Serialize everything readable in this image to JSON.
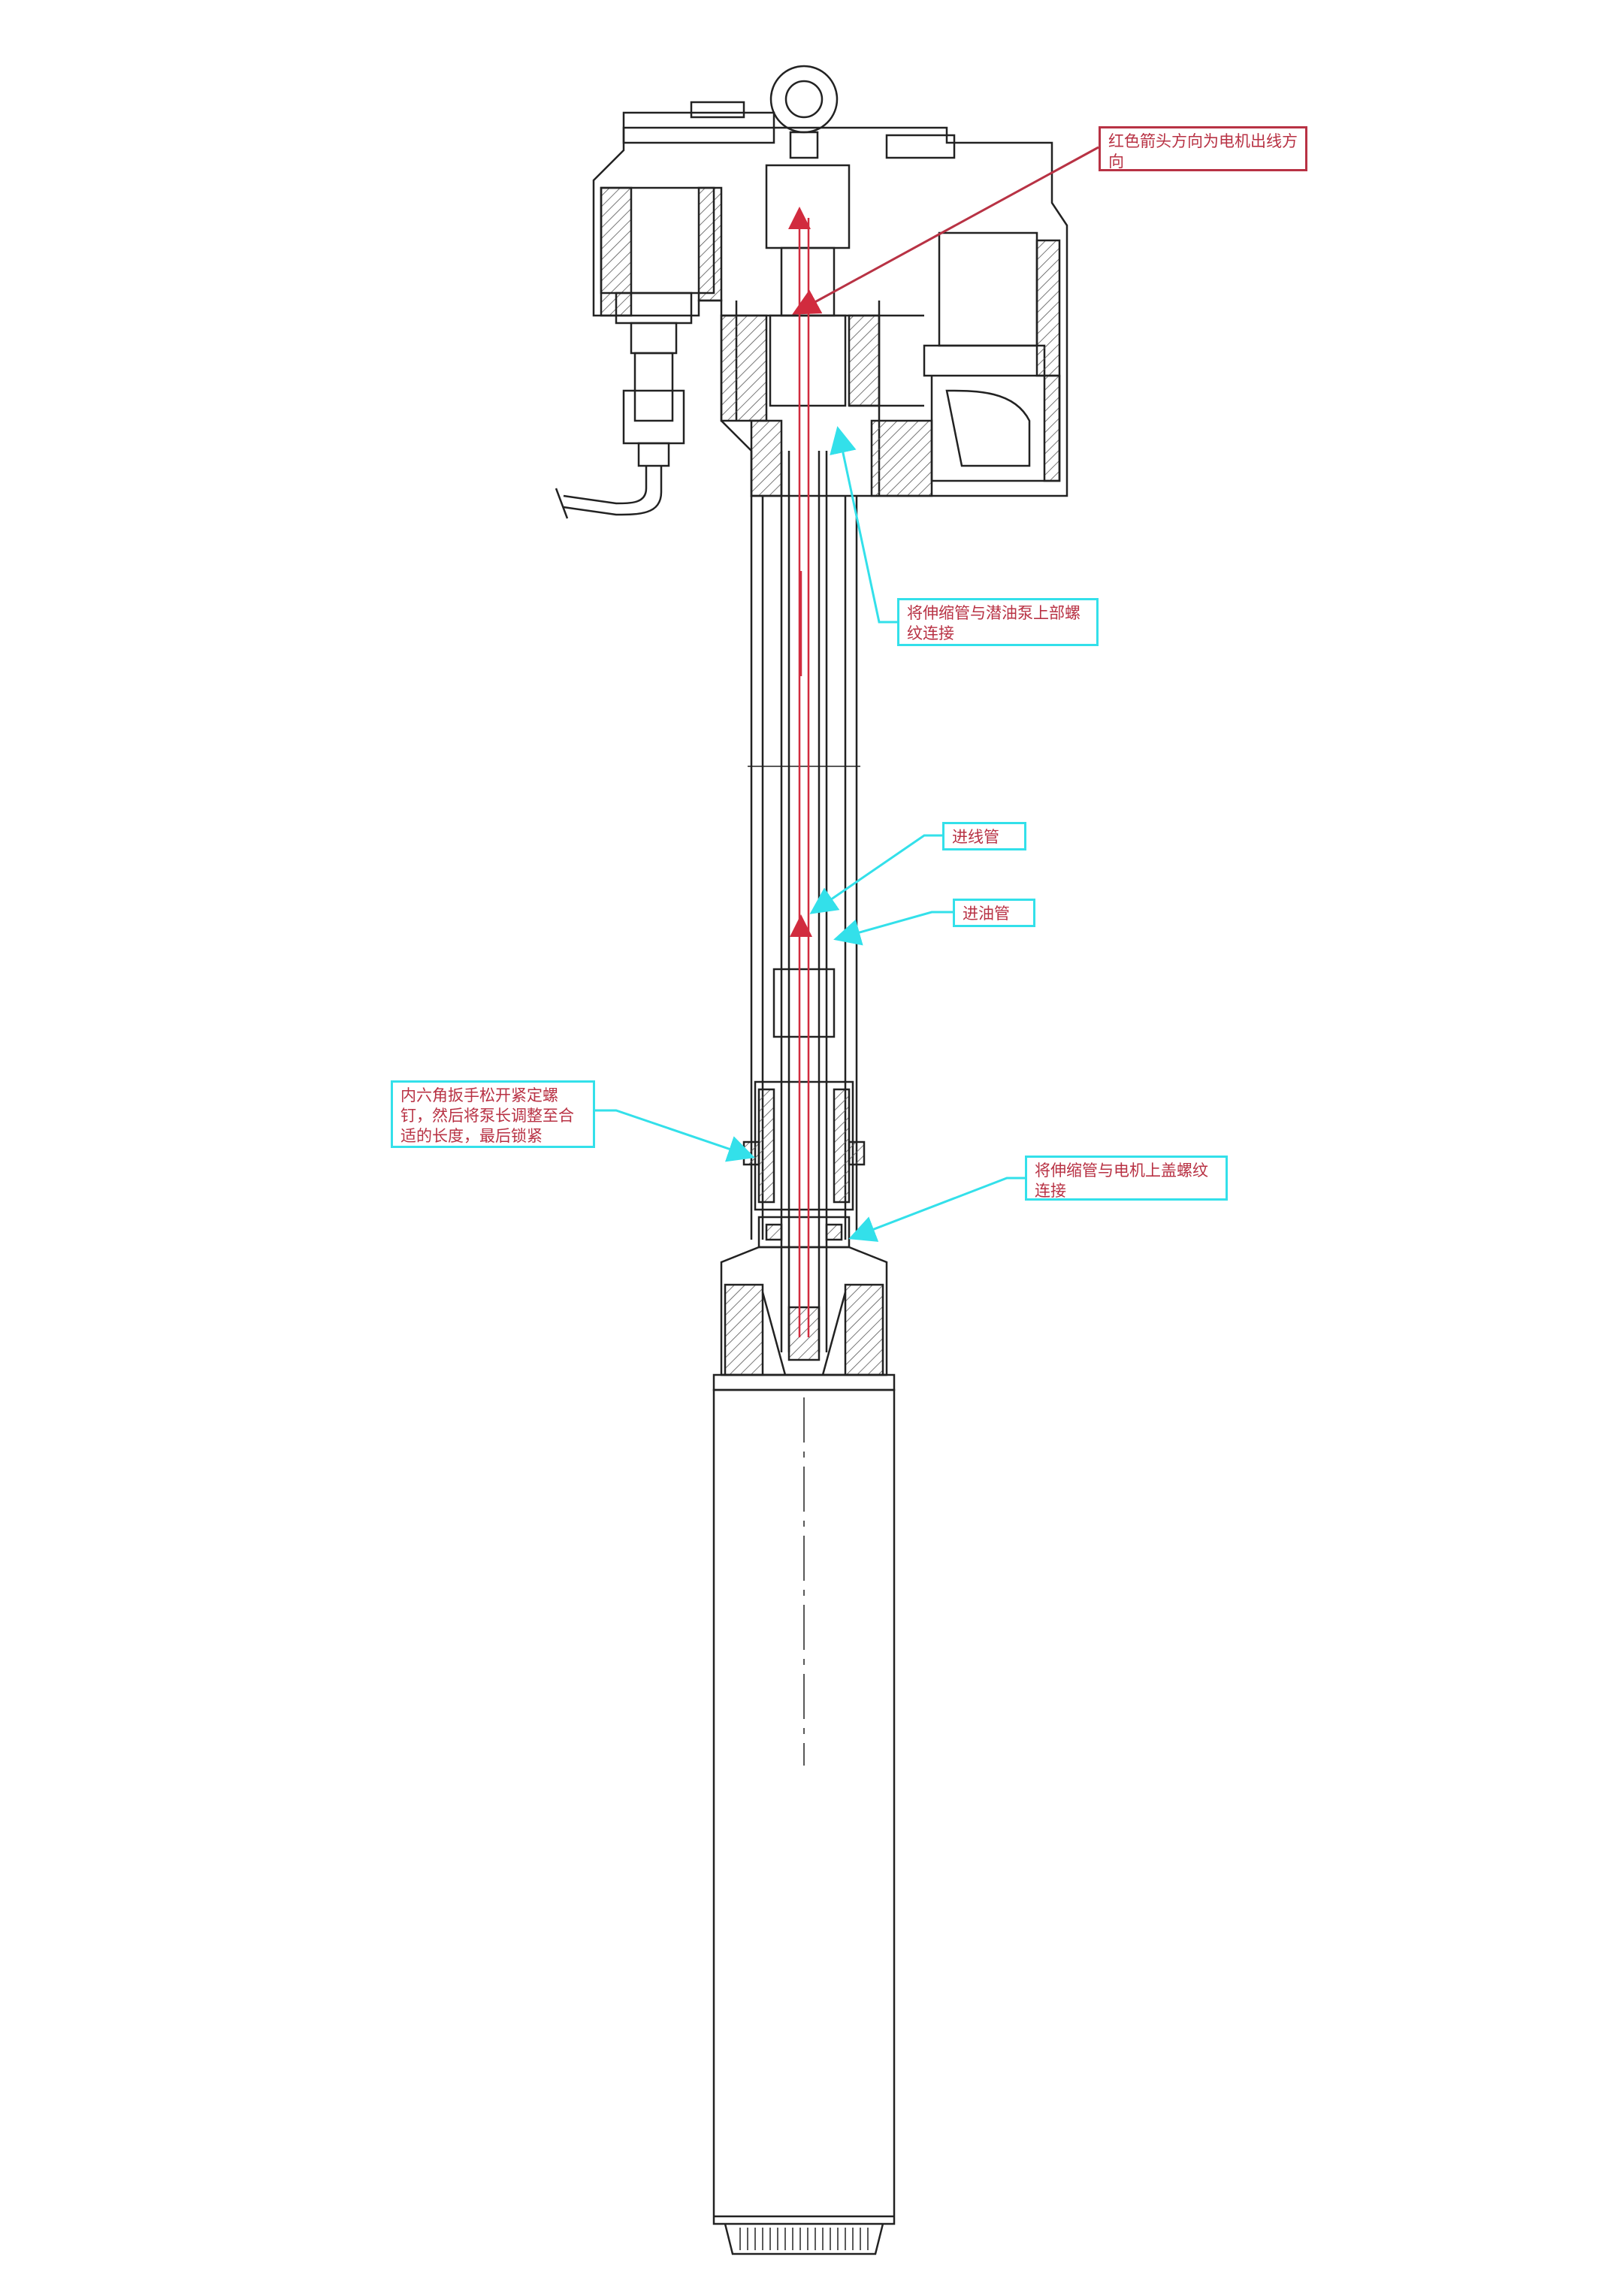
{
  "colors": {
    "outline": "#222222",
    "hatch": "#555555",
    "red_arrow": "#d12b3e",
    "red_text": "#b83244",
    "cyan_leader": "#33e0ea",
    "background": "#ffffff"
  },
  "annotations": {
    "motor_outlet_direction": "红色箭头方向为电机出线方向",
    "pump_thread_connection": "将伸缩管与潜油泵上部螺纹连接",
    "wire_inlet_tube": "进线管",
    "oil_inlet_tube": "进油管",
    "hex_wrench_adjust": "内六角扳手松开紧定螺钉，然后将泵长调整至合适的长度，最后锁紧",
    "motor_cover_thread_connection": "将伸缩管与电机上盖螺纹连接"
  }
}
